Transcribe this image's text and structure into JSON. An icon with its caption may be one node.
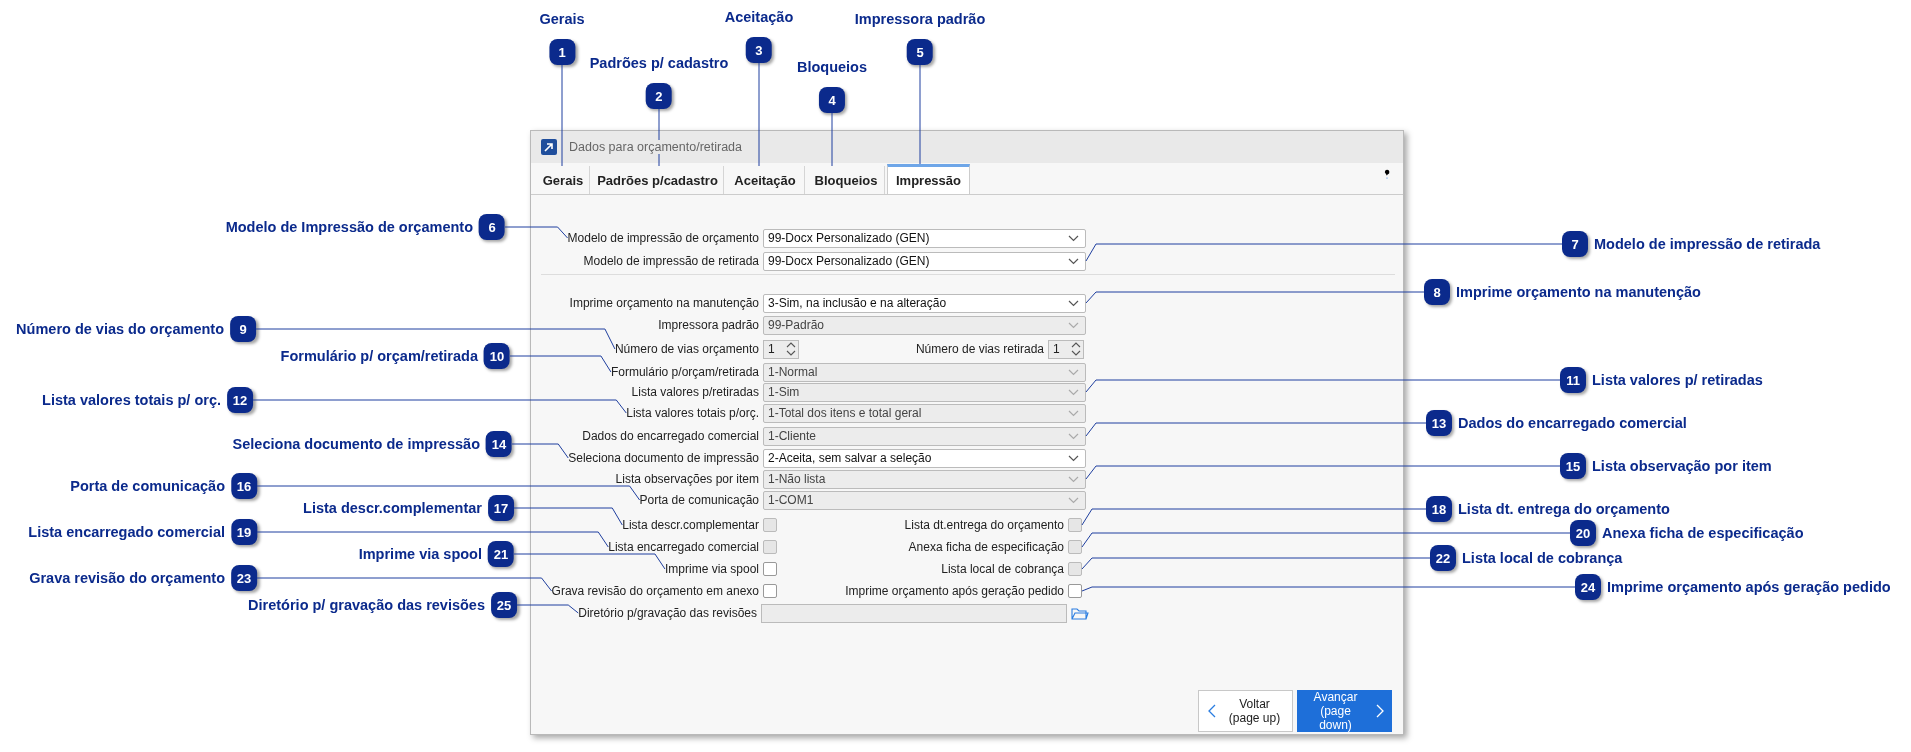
{
  "diagram": {
    "nodes": [
      {
        "text": [
          "1"
        ],
        "beside": [
          "Gerais"
        ]
      },
      {
        "text": [
          "2"
        ],
        "beside": [
          "Padrões p/ cadastro"
        ]
      },
      {
        "text": [
          "3"
        ],
        "beside": [
          "Aceitação"
        ]
      },
      {
        "text": [
          "4"
        ],
        "beside": [
          "Bloqueios"
        ]
      },
      {
        "text": [
          "5"
        ],
        "beside": [
          "Impressora padrão"
        ]
      },
      {
        "text": [
          "6"
        ],
        "beside": [
          "Modelo de Impressão de orçamento"
        ]
      },
      {
        "text": [
          "7"
        ],
        "beside": [
          "Modelo de impressão de retirada"
        ]
      },
      {
        "text": [
          "8"
        ],
        "beside": [
          "Imprime orçamento na manutenção"
        ]
      },
      {
        "text": [
          "9"
        ],
        "beside": [
          "Número de vias do orçamento"
        ]
      },
      {
        "text": [
          "10"
        ],
        "beside": [
          "Formulário p/ orçam/retirada"
        ]
      },
      {
        "text": [
          "11"
        ],
        "beside": [
          "Lista valores p/ retiradas"
        ]
      },
      {
        "text": [
          "12"
        ],
        "beside": [
          "Lista valores totais p/ orç."
        ]
      },
      {
        "text": [
          "13"
        ],
        "beside": [
          "Dados do encarregado comercial"
        ]
      },
      {
        "text": [
          "14"
        ],
        "beside": [
          "Seleciona documento de impressão"
        ]
      },
      {
        "text": [
          "15"
        ],
        "beside": [
          "Lista observação por item"
        ]
      },
      {
        "text": [
          "16"
        ],
        "beside": [
          "Porta de comunicação"
        ]
      },
      {
        "text": [
          "17"
        ],
        "beside": [
          "Lista descr.complementar"
        ]
      },
      {
        "text": [
          "18"
        ],
        "beside": [
          "Lista dt. entrega do orçamento"
        ]
      },
      {
        "text": [
          "19"
        ],
        "beside": [
          "Lista encarregado comercial"
        ]
      },
      {
        "text": [
          "20"
        ],
        "beside": [
          "Anexa ficha de especificação"
        ]
      },
      {
        "text": [
          "21"
        ],
        "beside": [
          "Imprime via spool"
        ]
      },
      {
        "text": [
          "22"
        ],
        "beside": [
          "Lista local de cobrança"
        ]
      },
      {
        "text": [
          "23"
        ],
        "beside": [
          "Grava revisão do orçamento"
        ]
      },
      {
        "text": [
          "24"
        ],
        "beside": [
          "Imprime orçamento após geração pedido"
        ]
      },
      {
        "text": [
          "25"
        ],
        "beside": [
          "Diretório p/ gravação das revisões"
        ]
      },
      {
        "text": [
          "Dados para orçamento/retirada"
        ]
      },
      {
        "text": [
          "Gerais"
        ],
        "in": 25
      },
      {
        "text": [
          "Padrões p/cadastro"
        ],
        "in": 25
      },
      {
        "text": [
          "Aceitação"
        ],
        "in": 25
      },
      {
        "text": [
          "Bloqueios"
        ],
        "in": 25
      },
      {
        "text": [
          "Impressão"
        ],
        "in": 25
      },
      {
        "text": [
          "Modelo de impressão de orçamento",
          "99-Docx Personalizado (GEN)"
        ],
        "in": 25
      },
      {
        "text": [
          "Modelo de impressão de retirada",
          "99-Docx Personalizado (GEN)"
        ],
        "in": 25
      },
      {
        "text": [
          "Imprime orçamento na manutenção",
          "3-Sim, na inclusão e na alteração"
        ],
        "in": 25
      },
      {
        "text": [
          "Impressora padrão",
          "99-Padrão"
        ],
        "in": 25
      },
      {
        "text": [
          "Número de vias orçamento",
          "1"
        ],
        "in": 25
      },
      {
        "text": [
          "Número de vias retirada",
          "1"
        ],
        "in": 25
      },
      {
        "text": [
          "Formulário p/orçam/retirada",
          "1-Normal"
        ],
        "in": 25
      },
      {
        "text": [
          "Lista valores p/retiradas",
          "1-Sim"
        ],
        "in": 25
      },
      {
        "text": [
          "Lista valores totais p/orç.",
          "1-Total dos itens e total geral"
        ],
        "in": 25
      },
      {
        "text": [
          "Dados do encarregado comercial",
          "1-Cliente"
        ],
        "in": 25
      },
      {
        "text": [
          "Seleciona documento de impressão",
          "2-Aceita, sem salvar a seleção"
        ],
        "in": 25
      },
      {
        "text": [
          "Lista observações por item",
          "1-Não lista"
        ],
        "in": 25
      },
      {
        "text": [
          "Porta de comunicação",
          "1-COM1"
        ],
        "in": 25
      },
      {
        "text": [
          "Lista descr.complementar"
        ],
        "in": 25
      },
      {
        "text": [
          "Lista dt.entrega do orçamento"
        ],
        "in": 25
      },
      {
        "text": [
          "Lista encarregado comercial"
        ],
        "in": 25
      },
      {
        "text": [
          "Anexa ficha de especificação"
        ],
        "in": 25
      },
      {
        "text": [
          "Imprime via spool"
        ],
        "in": 25
      },
      {
        "text": [
          "Lista local de cobrança"
        ],
        "in": 25
      },
      {
        "text": [
          "Grava revisão do orçamento em anexo"
        ],
        "in": 25
      },
      {
        "text": [
          "Imprime orçamento após geração pedido"
        ],
        "in": 25
      },
      {
        "text": [
          "Diretório p/gravação das revisões"
        ],
        "in": 25
      },
      {
        "text": [
          "Voltar (page up)"
        ],
        "in": 25
      },
      {
        "text": [
          "Avançar (page down)"
        ],
        "in": 25
      }
    ],
    "edges": [
      {
        "from": 0,
        "to": 26,
        "arrow": "none"
      },
      {
        "from": 1,
        "to": 27,
        "arrow": "none"
      },
      {
        "from": 2,
        "to": 28,
        "arrow": "none"
      },
      {
        "from": 3,
        "to": 29,
        "arrow": "none"
      },
      {
        "from": 4,
        "to": 30,
        "arrow": "none"
      },
      {
        "from": 5,
        "to": 31,
        "arrow": "none"
      },
      {
        "from": 6,
        "to": 32,
        "arrow": "none"
      },
      {
        "from": 7,
        "to": 33,
        "arrow": "none"
      },
      {
        "from": 8,
        "to": 35,
        "arrow": "none"
      },
      {
        "from": 9,
        "to": 37,
        "arrow": "none"
      },
      {
        "from": 10,
        "to": 38,
        "arrow": "none"
      },
      {
        "from": 11,
        "to": 39,
        "arrow": "none"
      },
      {
        "from": 12,
        "to": 40,
        "arrow": "none"
      },
      {
        "from": 13,
        "to": 41,
        "arrow": "none"
      },
      {
        "from": 14,
        "to": 42,
        "arrow": "none"
      },
      {
        "from": 15,
        "to": 43,
        "arrow": "none"
      },
      {
        "from": 16,
        "to": 44,
        "arrow": "none"
      },
      {
        "from": 17,
        "to": 45,
        "arrow": "none"
      },
      {
        "from": 18,
        "to": 46,
        "arrow": "none"
      },
      {
        "from": 19,
        "to": 47,
        "arrow": "none"
      },
      {
        "from": 20,
        "to": 48,
        "arrow": "none"
      },
      {
        "from": 21,
        "to": 49,
        "arrow": "none"
      },
      {
        "from": 22,
        "to": 50,
        "arrow": "none"
      },
      {
        "from": 23,
        "to": 51,
        "arrow": "none"
      },
      {
        "from": 24,
        "to": 52,
        "arrow": "none"
      }
    ]
  }
}
